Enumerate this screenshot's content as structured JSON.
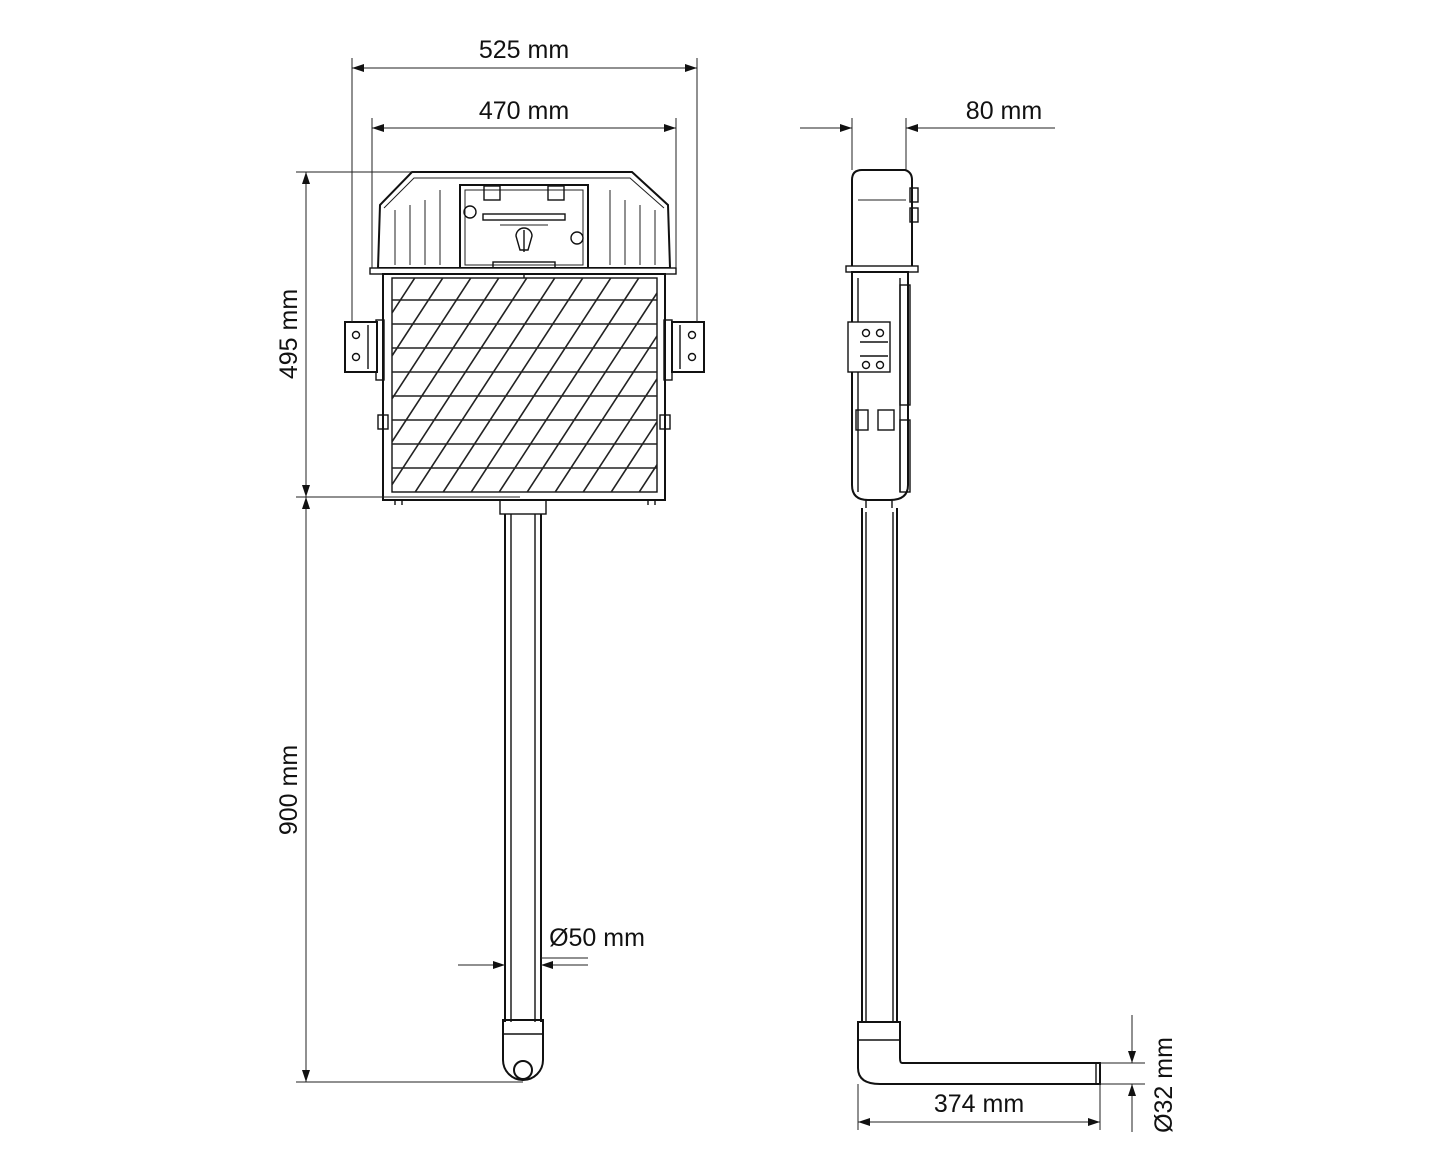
{
  "dimensions": {
    "overall_width": "525 mm",
    "frame_width": "470 mm",
    "depth": "80 mm",
    "cistern_height": "495 mm",
    "pipe_length": "900 mm",
    "pipe_diameter": "Ø50 mm",
    "outlet_length": "374 mm",
    "outlet_diameter": "Ø32 mm"
  }
}
